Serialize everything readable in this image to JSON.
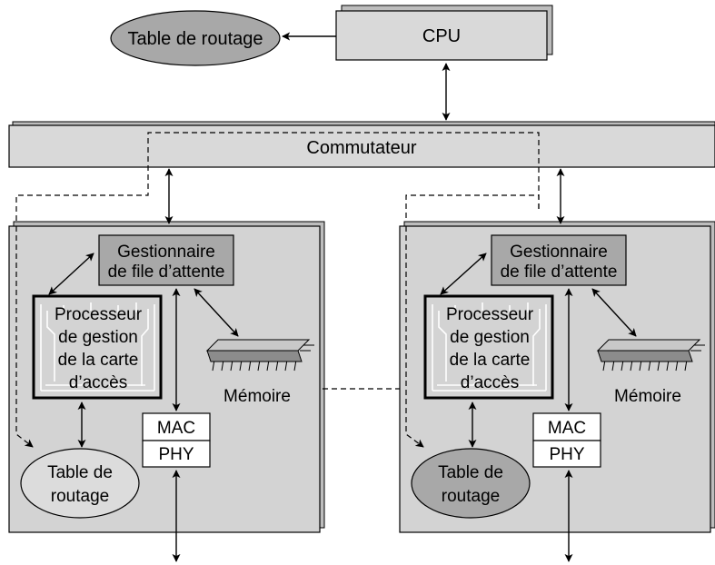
{
  "top": {
    "cpu_label": "CPU",
    "routing_table_label": "Table de routage",
    "switch_label": "Commutateur"
  },
  "cards": [
    {
      "queue_manager_lines": [
        "Gestionnaire",
        "de file d’attente"
      ],
      "processor_lines": [
        "Processeur",
        "de gestion",
        "de la carte",
        "d’accès"
      ],
      "memory_label": "Mémoire",
      "mac_label": "MAC",
      "phy_label": "PHY",
      "routing_table_lines": [
        "Table de",
        "routage"
      ]
    },
    {
      "queue_manager_lines": [
        "Gestionnaire",
        "de file d’attente"
      ],
      "processor_lines": [
        "Processeur",
        "de gestion",
        "de la carte",
        "d’accès"
      ],
      "memory_label": "Mémoire",
      "mac_label": "MAC",
      "phy_label": "PHY",
      "routing_table_lines": [
        "Table de",
        "routage"
      ]
    }
  ]
}
